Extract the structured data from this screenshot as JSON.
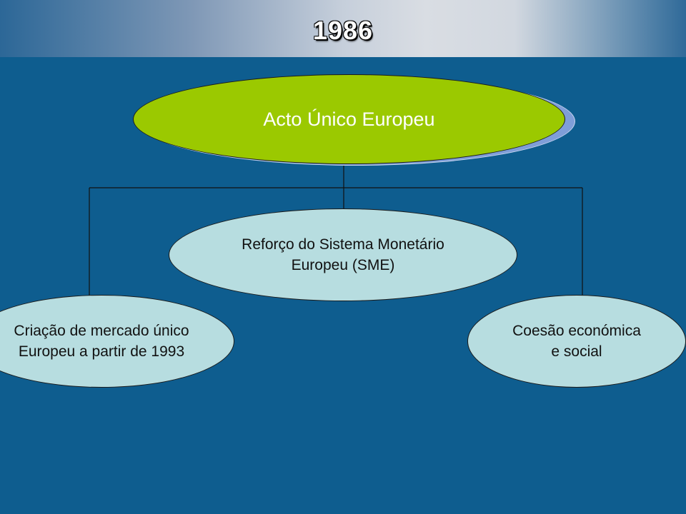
{
  "slide": {
    "title": "1986"
  },
  "diagram": {
    "root": {
      "label": "Acto Único Europeu",
      "color": "#9bc900"
    },
    "children": [
      {
        "label": "Reforço do Sistema Monetário\nEuropeu (SME)"
      },
      {
        "label": "Criação de mercado único\nEuropeu a partir de 1993"
      },
      {
        "label": "Coesão económica\ne social"
      }
    ],
    "node_color": "#b7dde0",
    "background_color": "#0e5d8f"
  }
}
